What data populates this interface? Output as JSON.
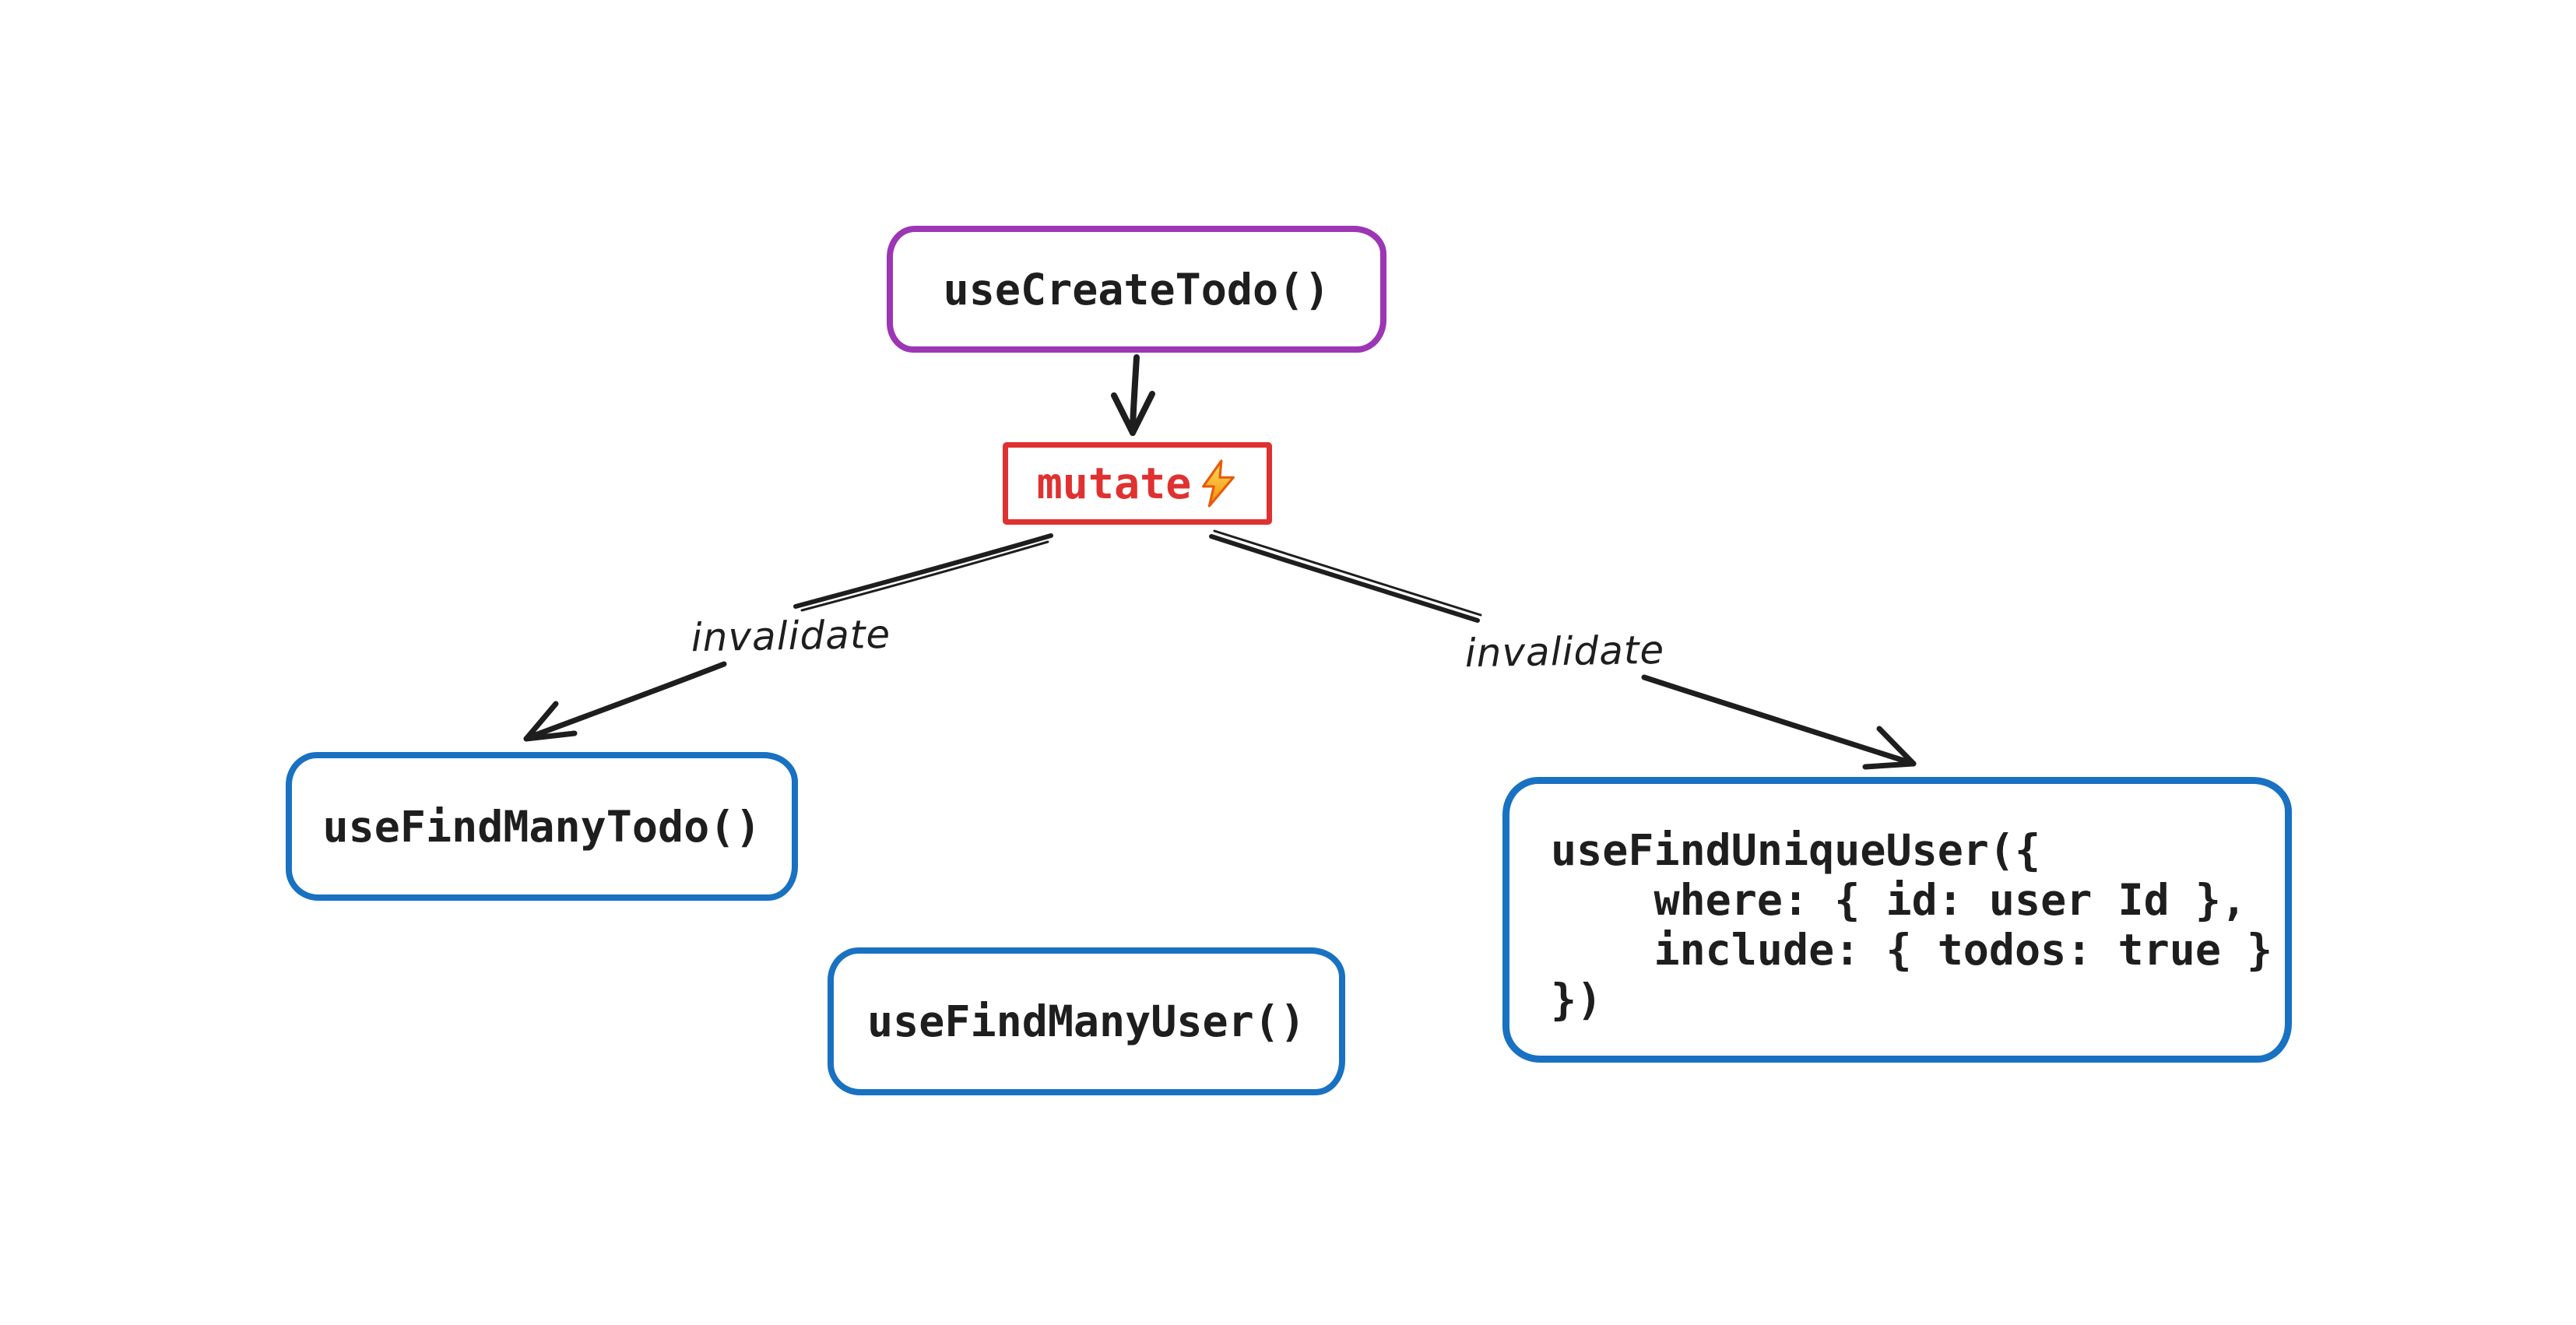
{
  "colors": {
    "background": "#ffffff",
    "ink": "#1e1e1e",
    "purple": "#9c36b5",
    "red": "#e03131",
    "blue": "#1971c2",
    "bolt_yellow": "#ffe066",
    "bolt_orange": "#f08c00",
    "bolt_outline": "#e8590c"
  },
  "nodes": {
    "create_todo": {
      "label": "useCreateTodo()"
    },
    "mutate": {
      "label": "mutate",
      "icon": "lightning-bolt"
    },
    "find_many_todo": {
      "label": "useFindManyTodo()"
    },
    "find_many_user": {
      "label": "useFindManyUser()"
    },
    "find_unique_user": {
      "code_lines": [
        "useFindUniqueUser({",
        "    where: { id: user Id },",
        "    include: { todos: true }",
        "})"
      ]
    }
  },
  "edges": {
    "mutate_call": {
      "label": ""
    },
    "left_invalidate": {
      "label": "invalidate"
    },
    "right_invalidate": {
      "label": "invalidate"
    }
  }
}
